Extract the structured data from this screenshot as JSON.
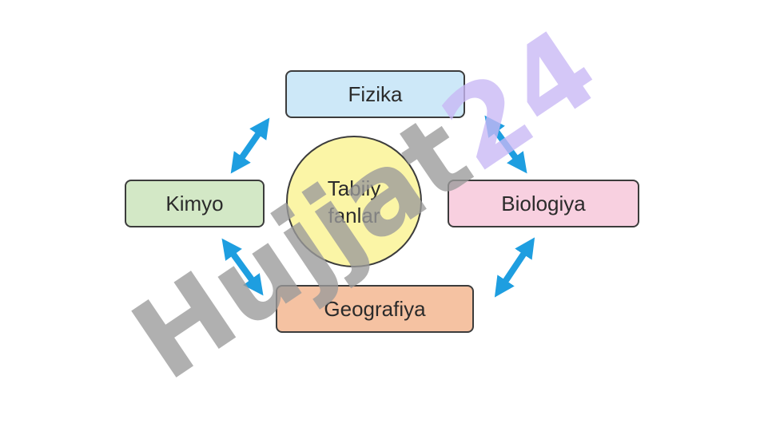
{
  "diagram": {
    "center": {
      "label": "Tabiiy\nfanlar",
      "fill": "#fbf5a6"
    },
    "nodes": {
      "top": {
        "label": "Fizika",
        "fill": "#cde8f8"
      },
      "left": {
        "label": "Kimyo",
        "fill": "#d3e8c6"
      },
      "right": {
        "label": "Biologiya",
        "fill": "#f8d0e0"
      },
      "bottom": {
        "label": "Geografiya",
        "fill": "#f5c2a2"
      }
    },
    "arrow_color": "#1e9ee0"
  },
  "watermark": {
    "brand": "Hujjat",
    "number": "24",
    "brand_color": "#9b9b9b",
    "number_color": "#c9b8f5"
  }
}
